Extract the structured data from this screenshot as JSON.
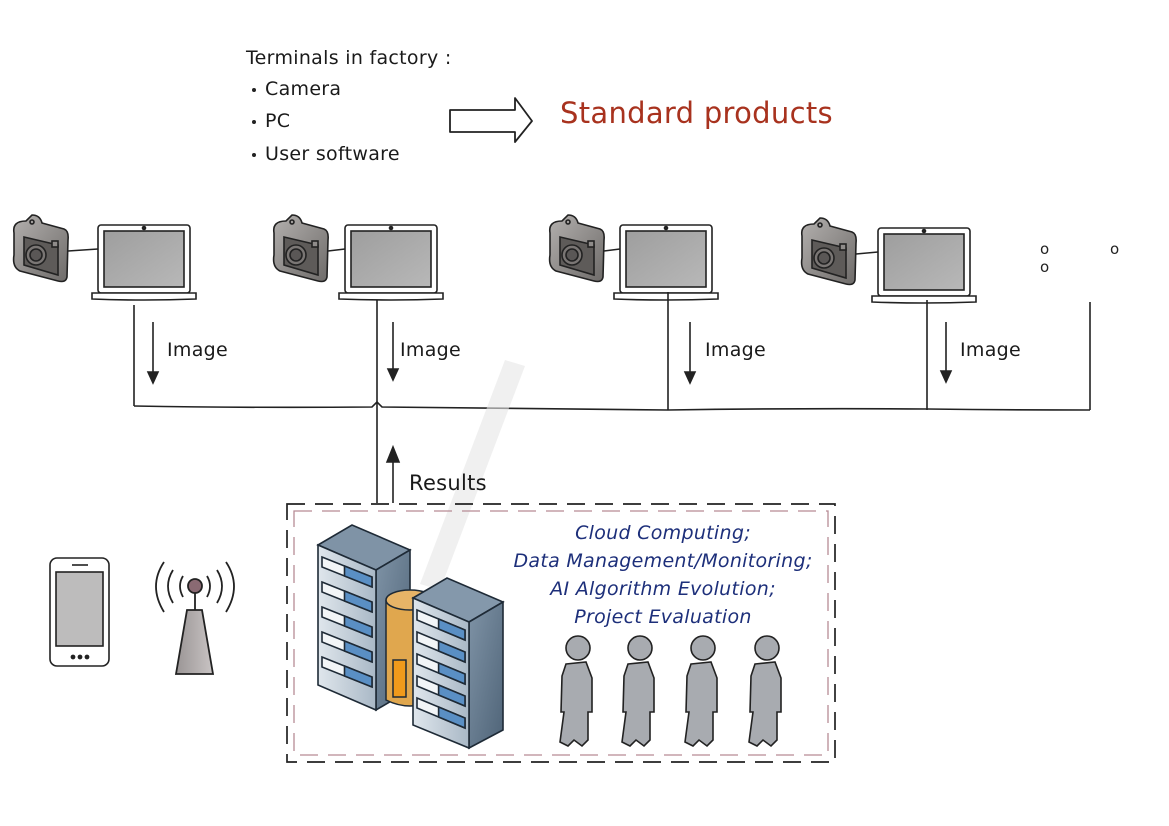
{
  "legend": {
    "title": "Terminals in factory :",
    "items": [
      "Camera",
      "PC",
      "User software"
    ]
  },
  "outcome": {
    "label": "Standard products",
    "color": "#a8321e"
  },
  "terminals": [
    {
      "icons": [
        "camera-icon",
        "laptop-icon"
      ],
      "flow_label": "Image"
    },
    {
      "icons": [
        "camera-icon",
        "laptop-icon"
      ],
      "flow_label": "Image"
    },
    {
      "icons": [
        "camera-icon",
        "laptop-icon"
      ],
      "flow_label": "Image"
    },
    {
      "icons": [
        "camera-icon",
        "laptop-icon"
      ],
      "flow_label": "Image"
    }
  ],
  "more_terminals": "o o o",
  "return_flow": {
    "label": "Results"
  },
  "cloud": {
    "lines": [
      "Cloud Computing;",
      "Data Management/Monitoring;",
      "AI Algorithm Evolution;",
      "Project Evaluation"
    ],
    "text_color": "#1d2f7a",
    "people_count": 4,
    "icons": [
      "server-building-icon",
      "database-cylinder-icon",
      "server-building-icon",
      "person-icon"
    ]
  },
  "side_devices": [
    "smartphone-icon",
    "radio-tower-icon"
  ]
}
